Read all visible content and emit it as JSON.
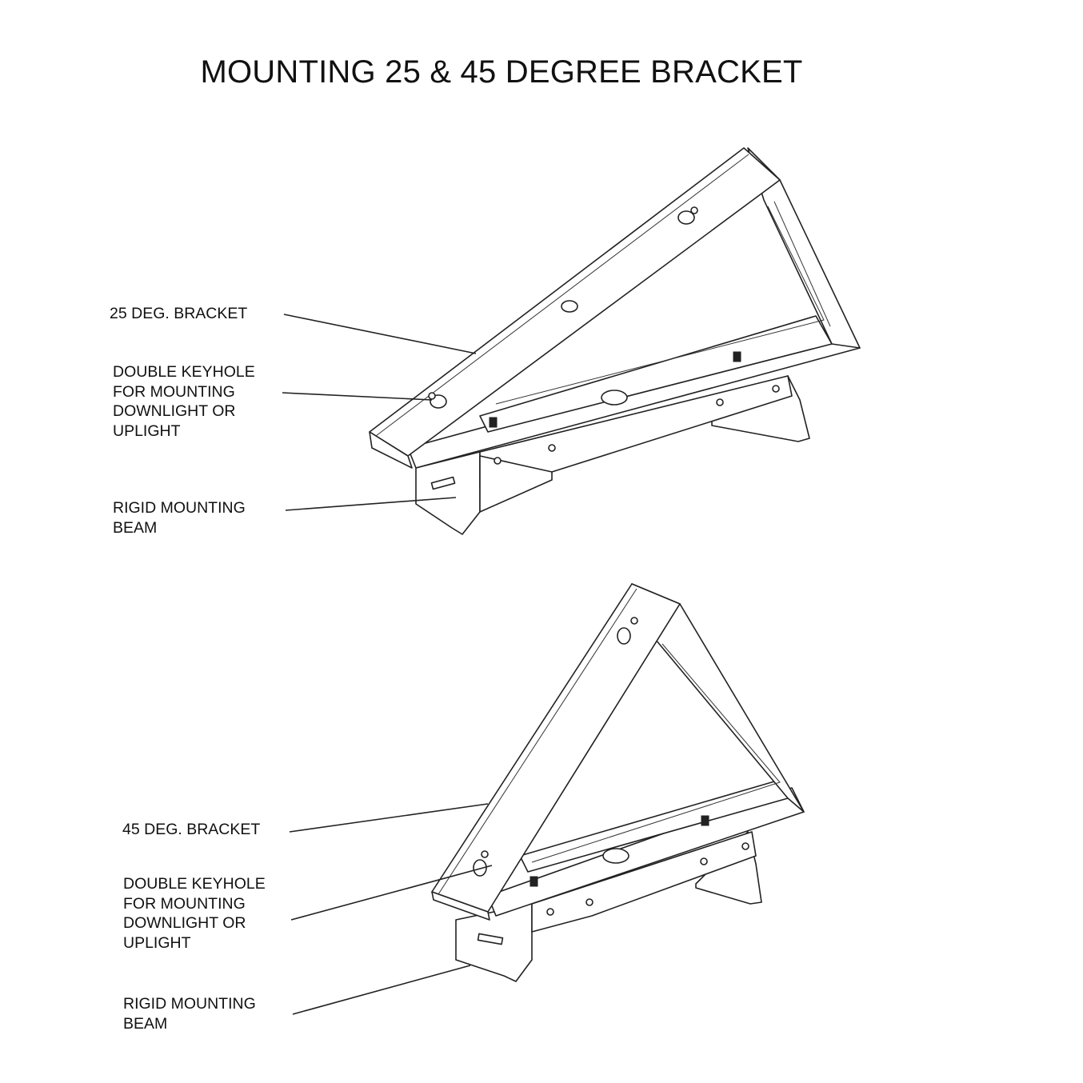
{
  "title": "MOUNTING 25 & 45 DEGREE BRACKET",
  "top_callouts": {
    "bracket": "25 DEG. BRACKET",
    "keyhole": [
      "DOUBLE KEYHOLE",
      "FOR MOUNTING",
      "DOWNLIGHT OR",
      "UPLIGHT"
    ],
    "beam": [
      "RIGID MOUNTING",
      "BEAM"
    ]
  },
  "bottom_callouts": {
    "bracket": "45 DEG. BRACKET",
    "keyhole": [
      "DOUBLE KEYHOLE",
      "FOR MOUNTING",
      "DOWNLIGHT OR",
      "UPLIGHT"
    ],
    "beam": [
      "RIGID MOUNTING",
      "BEAM"
    ]
  }
}
